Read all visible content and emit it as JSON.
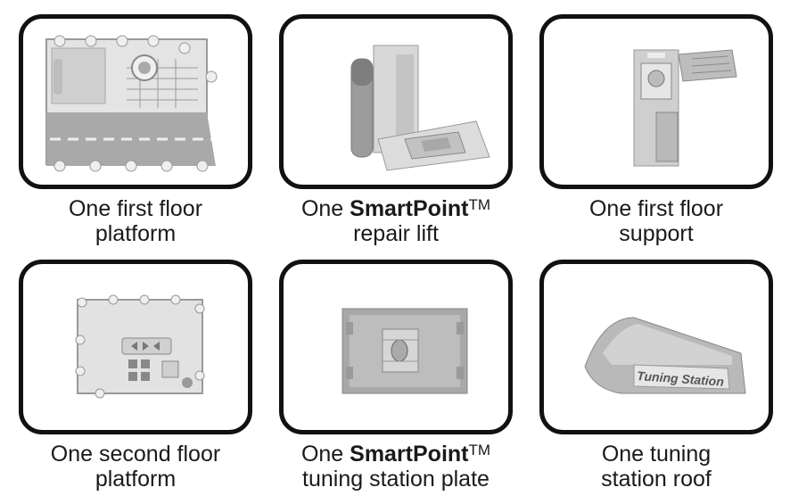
{
  "items": [
    {
      "line1_pre": "One first floor",
      "brand": "",
      "tm": "",
      "line2": "platform",
      "icon": "first-floor-platform-image"
    },
    {
      "line1_pre": "One ",
      "brand": "SmartPoint",
      "tm": "TM",
      "line2": "repair lift",
      "icon": "repair-lift-image"
    },
    {
      "line1_pre": "One first floor",
      "brand": "",
      "tm": "",
      "line2": "support",
      "icon": "first-floor-support-image"
    },
    {
      "line1_pre": "One second floor",
      "brand": "",
      "tm": "",
      "line2": "platform",
      "icon": "second-floor-platform-image"
    },
    {
      "line1_pre": "One ",
      "brand": "SmartPoint",
      "tm": "TM",
      "line2": "tuning station plate",
      "icon": "tuning-station-plate-image"
    },
    {
      "line1_pre": "One tuning",
      "brand": "",
      "tm": "",
      "line2": "station roof",
      "icon": "tuning-station-roof-image"
    }
  ],
  "roof_sign": "Tuning Station",
  "colors": {
    "frame": "#111111",
    "part_light": "#d9d9d9",
    "part_mid": "#b0b0b0",
    "part_dark": "#7a7a7a"
  }
}
